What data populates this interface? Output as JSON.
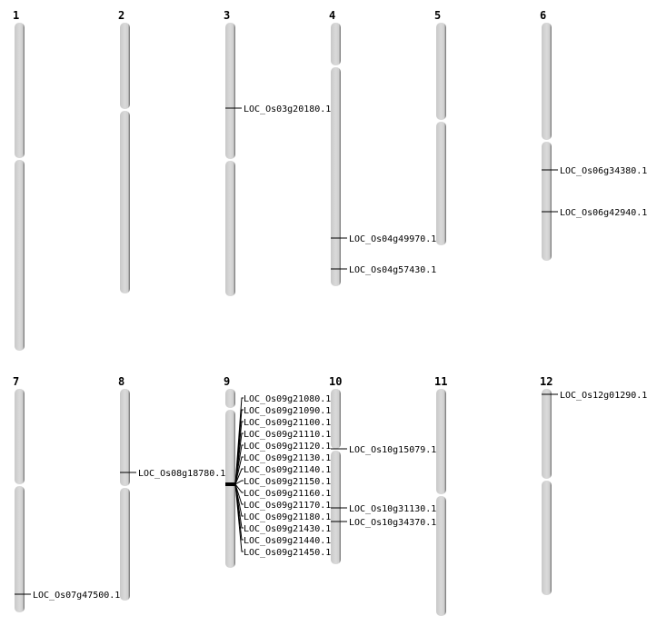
{
  "title": "Chromosome gene location map",
  "chromosomes": [
    {
      "name": "1",
      "genes": []
    },
    {
      "name": "2",
      "genes": []
    },
    {
      "name": "3",
      "genes": [
        "LOC_Os03g20180.1"
      ]
    },
    {
      "name": "4",
      "genes": [
        "LOC_Os04g49970.1",
        "LOC_Os04g57430.1"
      ]
    },
    {
      "name": "5",
      "genes": []
    },
    {
      "name": "6",
      "genes": [
        "LOC_Os06g34380.1",
        "LOC_Os06g42940.1"
      ]
    },
    {
      "name": "7",
      "genes": [
        "LOC_Os07g47500.1"
      ]
    },
    {
      "name": "8",
      "genes": [
        "LOC_Os08g18780.1"
      ]
    },
    {
      "name": "9",
      "genes": [
        "LOC_Os09g21080.1",
        "LOC_Os09g21090.1",
        "LOC_Os09g21100.1",
        "LOC_Os09g21110.1",
        "LOC_Os09g21120.1",
        "LOC_Os09g21130.1",
        "LOC_Os09g21140.1",
        "LOC_Os09g21150.1",
        "LOC_Os09g21160.1",
        "LOC_Os09g21170.1",
        "LOC_Os09g21180.1",
        "LOC_Os09g21430.1",
        "LOC_Os09g21440.1",
        "LOC_Os09g21450.1"
      ]
    },
    {
      "name": "10",
      "genes": [
        "LOC_Os10g15079.1",
        "LOC_Os10g31130.1",
        "LOC_Os10g34370.1"
      ]
    },
    {
      "name": "11",
      "genes": []
    },
    {
      "name": "12",
      "genes": [
        "LOC_Os12g01290.1"
      ]
    }
  ],
  "colors": {
    "chromosome_fill": "#d4d4d4",
    "chromosome_edge": "#6e6e6e",
    "marker": "#000000"
  }
}
